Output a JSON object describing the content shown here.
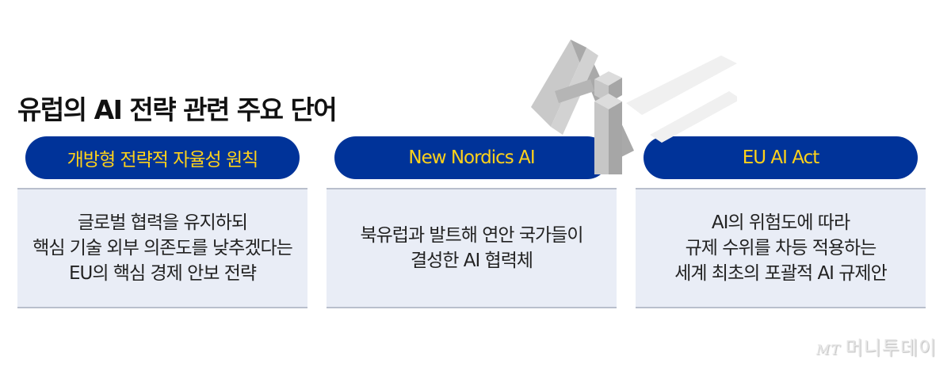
{
  "title": "유럽의 AI 전략 관련 주요 단어",
  "decoration": "3d-ai-letters-icon",
  "columns": [
    {
      "label": "개방형 전략적 자율성 원칙",
      "lines": [
        "글로벌 협력을 유지하되",
        "핵심 기술 외부 의존도를 낮추겠다는",
        "EU의 핵심 경제 안보 전략"
      ]
    },
    {
      "label": "New Nordics AI",
      "lines": [
        "북유럽과 발트해 연안 국가들이",
        "결성한 AI 협력체"
      ]
    },
    {
      "label": "EU AI Act",
      "lines": [
        "AI의 위험도에 따라",
        "규제 수위를 차등 적용하는",
        "세계 최초의 포괄적 AI 규제안"
      ]
    }
  ],
  "logo": {
    "mt": "MT",
    "name": "머니투데이"
  },
  "colors": {
    "pill_bg": "#003399",
    "pill_text": "#ffd21a",
    "box_bg": "#e9edf6"
  }
}
